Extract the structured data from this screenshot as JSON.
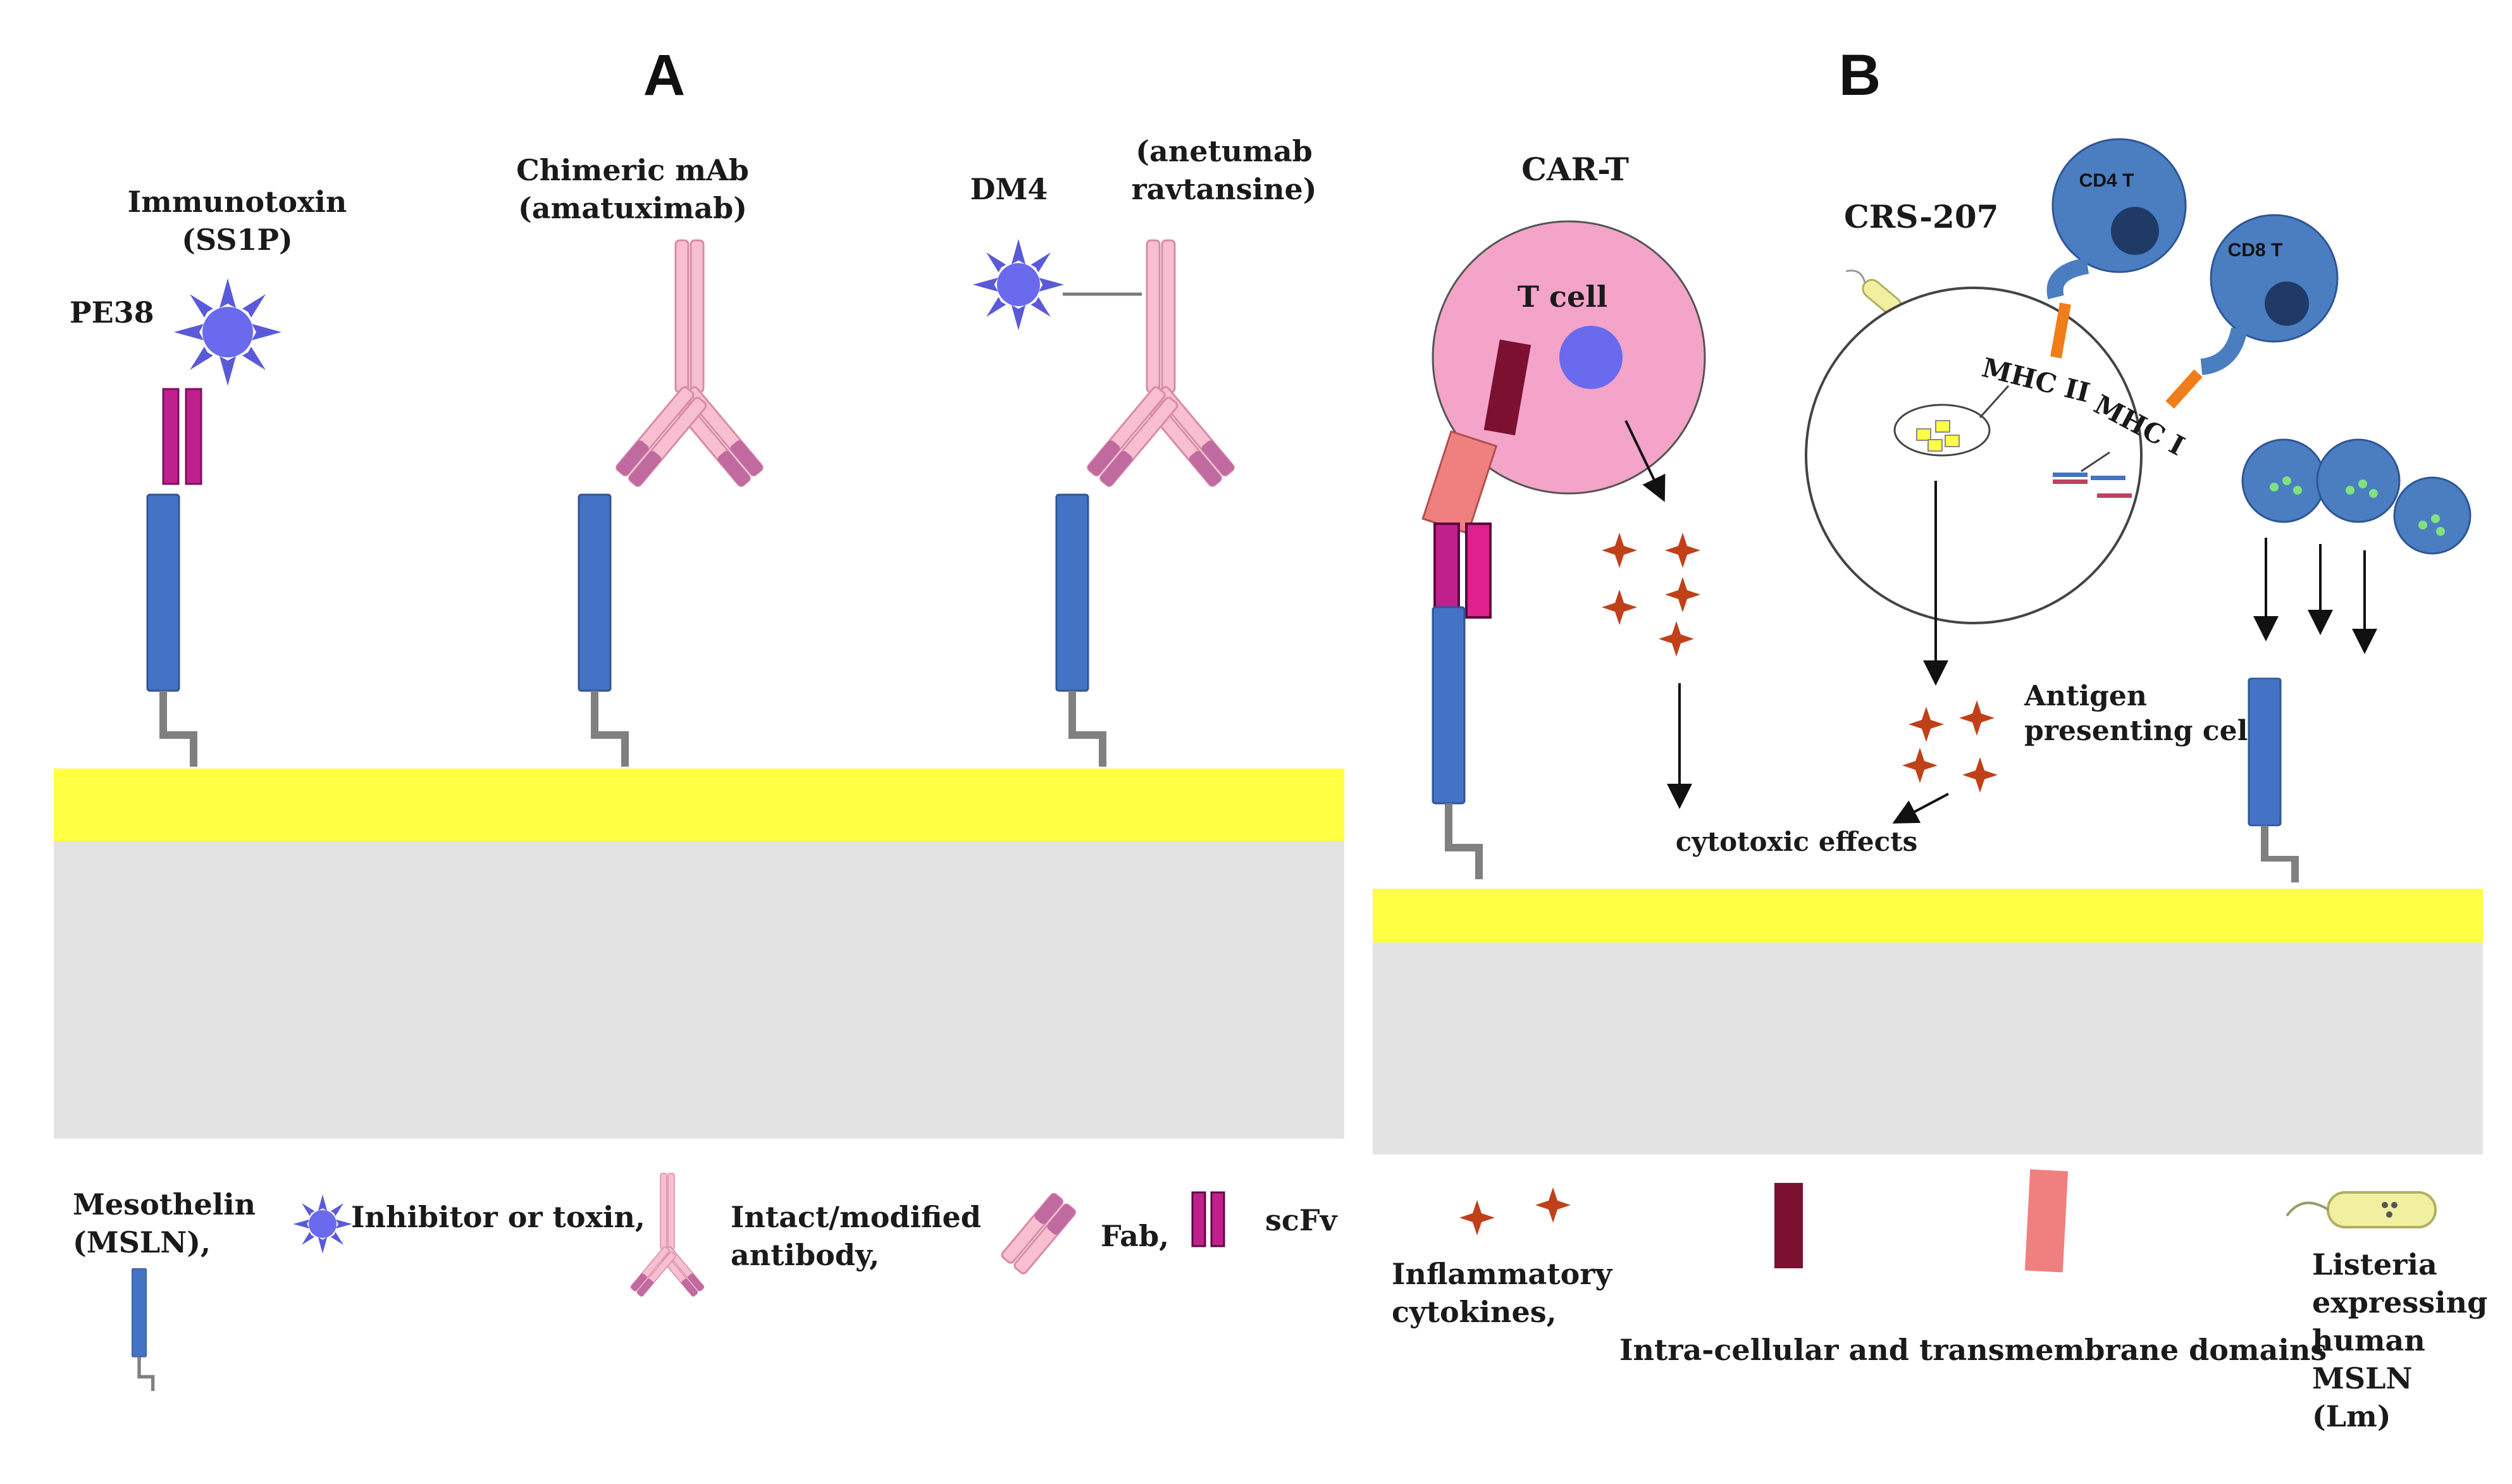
{
  "panels": {
    "a": "A",
    "b": "B"
  },
  "panel_a": {
    "immunotoxin": {
      "line1": "Immunotoxin",
      "line2": "(SS1P)",
      "toxin": "PE38"
    },
    "chimeric": {
      "line1": "Chimeric mAb",
      "line2": "(amatuximab)"
    },
    "adc": {
      "drug": "DM4",
      "line1": "(anetumab",
      "line2": "ravtansine)"
    }
  },
  "panel_b": {
    "cart": {
      "title": "CAR-T",
      "cell": "T cell"
    },
    "crs": {
      "title": "CRS-207",
      "cd4": "CD4 T",
      "cd8": "CD8 T",
      "mhc2": "MHC II",
      "mhc1": "MHC I"
    },
    "apc": {
      "line1": "Antigen",
      "line2": "presenting cell"
    },
    "cytotoxic": "cytotoxic effects"
  },
  "legend": {
    "mesothelin": {
      "line1": "Mesothelin",
      "line2": "(MSLN),"
    },
    "toxin": "Inhibitor or toxin,",
    "antibody": {
      "line1": "Intact/modified",
      "line2": "antibody,"
    },
    "fab": "Fab,",
    "scfv": "scFv",
    "cytokines": {
      "line1": "Inflammatory",
      "line2": "cytokines,"
    },
    "domains": "Intra-cellular and transmembrane domains",
    "listeria": {
      "line1": "Listeria",
      "line2": "expressing",
      "line3": "human",
      "line4": "MSLN",
      "line5": "(Lm)"
    }
  },
  "colors": {
    "membrane": "#ffff44",
    "cytoplasm": "#e3e3e3",
    "mesothelin": "#4472c4",
    "toxin": "#6a6aee",
    "antibody": "#f4b0c4",
    "scfv": "#c0208c",
    "tcell": "#f4a4c8",
    "intracellular_domain": "#7b1030",
    "transmembrane_domain": "#f08080",
    "cytokine": "#c0401a",
    "lymphocyte": "#4a7ec0",
    "receptor": "#f07d1a"
  }
}
